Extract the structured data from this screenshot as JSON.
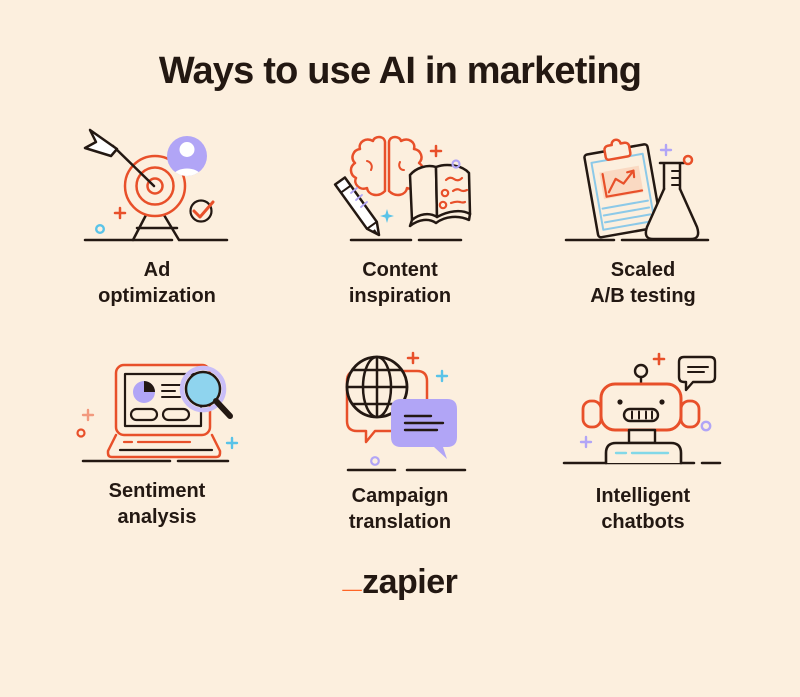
{
  "title": "Ways to use AI in marketing",
  "items": [
    {
      "label": "Ad\noptimization",
      "icon": "target-arrow"
    },
    {
      "label": "Content\ninspiration",
      "icon": "brain-pen-book"
    },
    {
      "label": "Scaled\nA/B testing",
      "icon": "clipboard-chart-flask"
    },
    {
      "label": "Sentiment\nanalysis",
      "icon": "laptop-magnifier"
    },
    {
      "label": "Campaign\ntranslation",
      "icon": "globe-speech-bubbles"
    },
    {
      "label": "Intelligent\nchatbots",
      "icon": "robot-chat"
    }
  ],
  "footer": {
    "logo_mark": "_",
    "logo_text": "zapier"
  },
  "colors": {
    "background": "#fcefde",
    "ink": "#231812",
    "orange": "#e8502a",
    "brand_orange": "#ff6526",
    "purple": "#b1a5f6",
    "blue": "#59c3e8",
    "light_blue": "#8cc9e8",
    "lens_blue": "#8fd4ee"
  }
}
